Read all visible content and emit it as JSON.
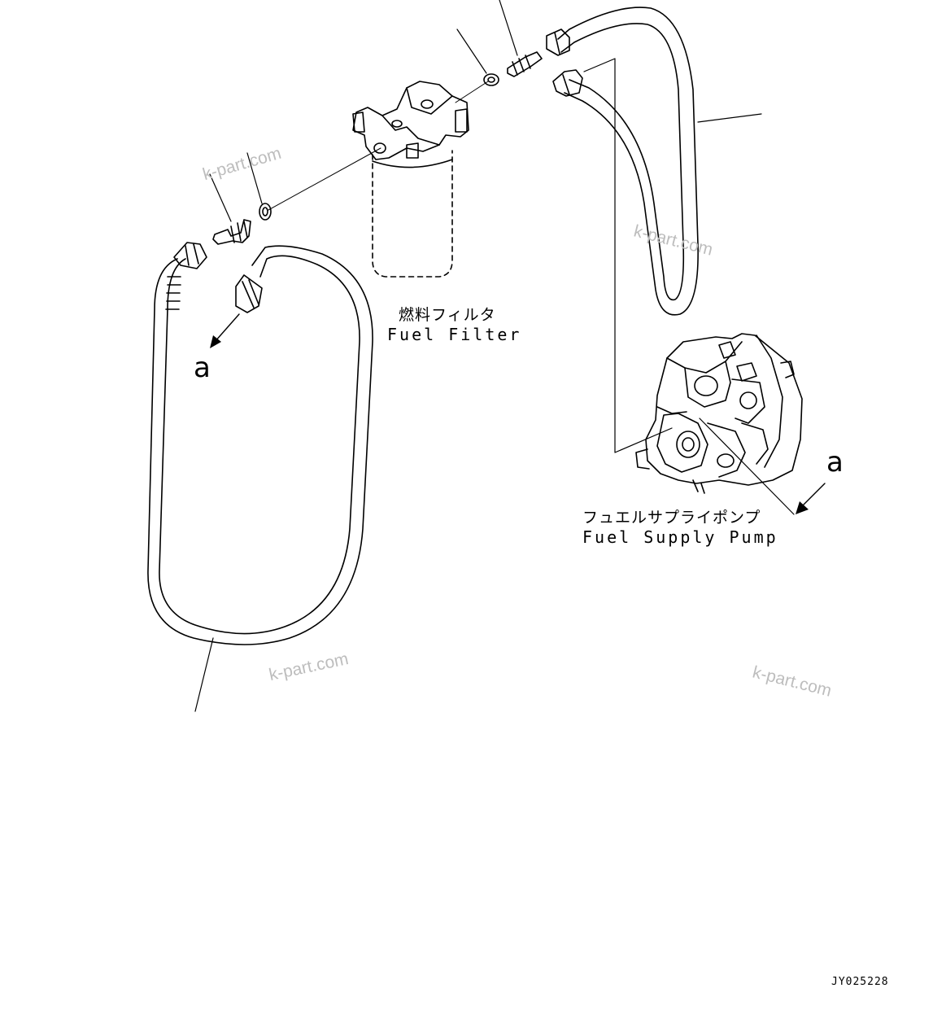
{
  "labels": {
    "fuel_filter_jp": "燃料フィルタ",
    "fuel_filter_en": "Fuel Filter",
    "fuel_pump_jp": "フュエルサプライポンプ",
    "fuel_pump_en": "Fuel Supply Pump",
    "view_ref_left": "a",
    "view_ref_right": "a",
    "drawing_code": "JY025228"
  },
  "watermarks": [
    "k-part.com",
    "k-part.com",
    "k-part.com",
    "k-part.com"
  ],
  "colors": {
    "line": "#000000",
    "watermark": "#bdbdbd",
    "background": "#ffffff"
  }
}
